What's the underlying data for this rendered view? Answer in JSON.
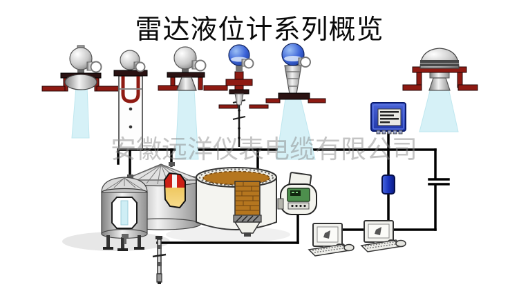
{
  "page": {
    "title": "雷达液位计系列概览",
    "watermark": "安徽远洋仪表电缆有限公司"
  },
  "colors": {
    "line": "#000000",
    "beam": "#d6f1f7",
    "bracket_red": "#8e1a12",
    "flange_dark": "#2a1212",
    "controller_blue": "#2743c4",
    "junction_blue": "#1b35c0",
    "window_red": "#cc2016",
    "window_yellow": "#ecc14f",
    "brick": "#b5761f",
    "sight_glass": "#cfeef5",
    "screen_green": "#4d8f4d",
    "watermark_gray": "#8a8a8a"
  },
  "components": {
    "gauges": [
      "radar-gauge-dish-antenna",
      "radar-gauge-still-pipe",
      "radar-gauge-horn-antenna",
      "guided-wave-radar-rod",
      "radar-gauge-wide-beam",
      "radar-gauge-dome-antenna"
    ],
    "equipment": [
      "controller-unit",
      "junction-box",
      "barrier-symbol",
      "field-display",
      "level-probe"
    ],
    "vessels": [
      "small-tank",
      "cone-roof-tank",
      "open-top-tank"
    ],
    "workstations": [
      "computer-1",
      "computer-2"
    ]
  }
}
